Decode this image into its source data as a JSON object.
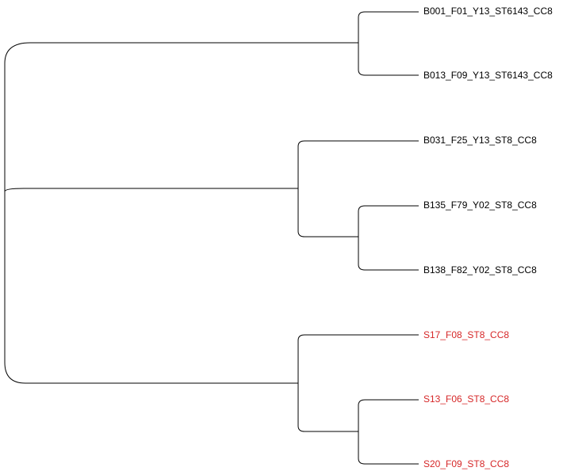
{
  "tree": {
    "leaves": [
      {
        "id": "l1",
        "label": "B001_F01_Y13_ST6143_CC8",
        "group": "B"
      },
      {
        "id": "l2",
        "label": "B013_F09_Y13_ST6143_CC8",
        "group": "B"
      },
      {
        "id": "l3",
        "label": "B031_F25_Y13_ST8_CC8",
        "group": "B"
      },
      {
        "id": "l4",
        "label": "B135_F79_Y02_ST8_CC8",
        "group": "B"
      },
      {
        "id": "l5",
        "label": "B138_F82_Y02_ST8_CC8",
        "group": "B"
      },
      {
        "id": "l6",
        "label": "S17_F08_ST8_CC8",
        "group": "S"
      },
      {
        "id": "l7",
        "label": "S13_F06_ST8_CC8",
        "group": "S"
      },
      {
        "id": "l8",
        "label": "S20_F09_ST8_CC8",
        "group": "S"
      }
    ],
    "group_colors": {
      "B": "#000000",
      "S": "#d62728"
    },
    "branch_color": "#000000"
  }
}
